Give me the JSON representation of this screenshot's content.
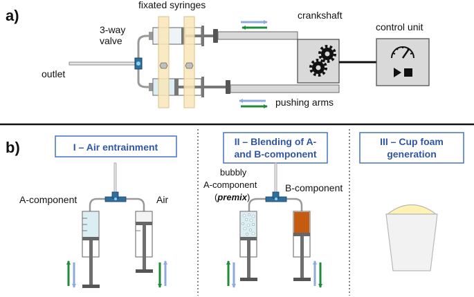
{
  "panel_a": {
    "label": "a)",
    "fixated_syringes": "fixated syringes",
    "valve_line1": "3-way",
    "valve_line2": "valve",
    "outlet": "outlet",
    "crankshaft": "crankshaft",
    "control_unit": "control unit",
    "pushing_arms": "pushing arms"
  },
  "panel_b": {
    "label": "b)",
    "stage1": {
      "title": "I – Air entrainment",
      "left_label": "A-component",
      "right_label": "Air"
    },
    "stage2": {
      "title_line1": "II – Blending of A-",
      "title_line2": "and B-component",
      "left_line1": "bubbly",
      "left_line2": "A-component",
      "left_line3_open": "(",
      "left_line3_em": "premix",
      "left_line3_close": ")",
      "right_label": "B-component"
    },
    "stage3": {
      "title_line1": "III – Cup foam",
      "title_line2": "generation"
    }
  },
  "colors": {
    "title_text": "#2f55a4",
    "title_border": "#4472c4",
    "arrow_blue": "#8ea9db",
    "arrow_green": "#1e8c3a",
    "holder": "#f8e6b8",
    "gray_box": "#d9d9d9",
    "syringe_liquid": "#dbeef4",
    "b_component": "#c55a11",
    "foam": "#fff2b3",
    "cup": "#f2f2f2"
  }
}
